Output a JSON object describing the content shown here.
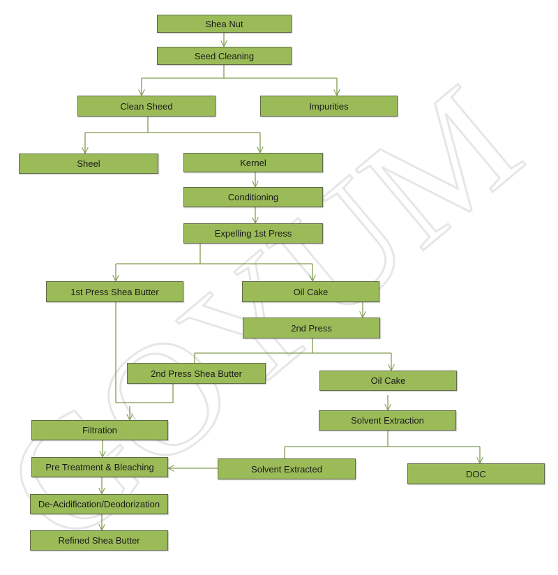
{
  "colors": {
    "box_fill": "#9bbb59",
    "box_border": "#5f6b47",
    "connector": "#7f9a4e"
  },
  "watermark": "GOYUM",
  "nodes": {
    "shea_nut": "Shea Nut",
    "seed_cleaning": "Seed Cleaning",
    "clean_sheed": "Clean Sheed",
    "impurities": "Impurities",
    "sheel": "Sheel",
    "kernel": "Kernel",
    "conditioning": "Conditioning",
    "expelling": "Expelling 1st Press",
    "first_press_butter": "1st Press Shea Butter",
    "oil_cake_1": "Oil Cake",
    "second_press": "2nd Press",
    "second_press_butter": "2nd Press Shea Butter",
    "oil_cake_2": "Oil Cake",
    "solvent_extraction": "Solvent Extraction",
    "filtration": "Filtration",
    "pretreatment": "Pre Treatment & Bleaching",
    "deacid": "De-Acidification/Deodorization",
    "refined": "Refined Shea Butter",
    "solvent_extracted": "Solvent Extracted",
    "doc": "DOC"
  }
}
